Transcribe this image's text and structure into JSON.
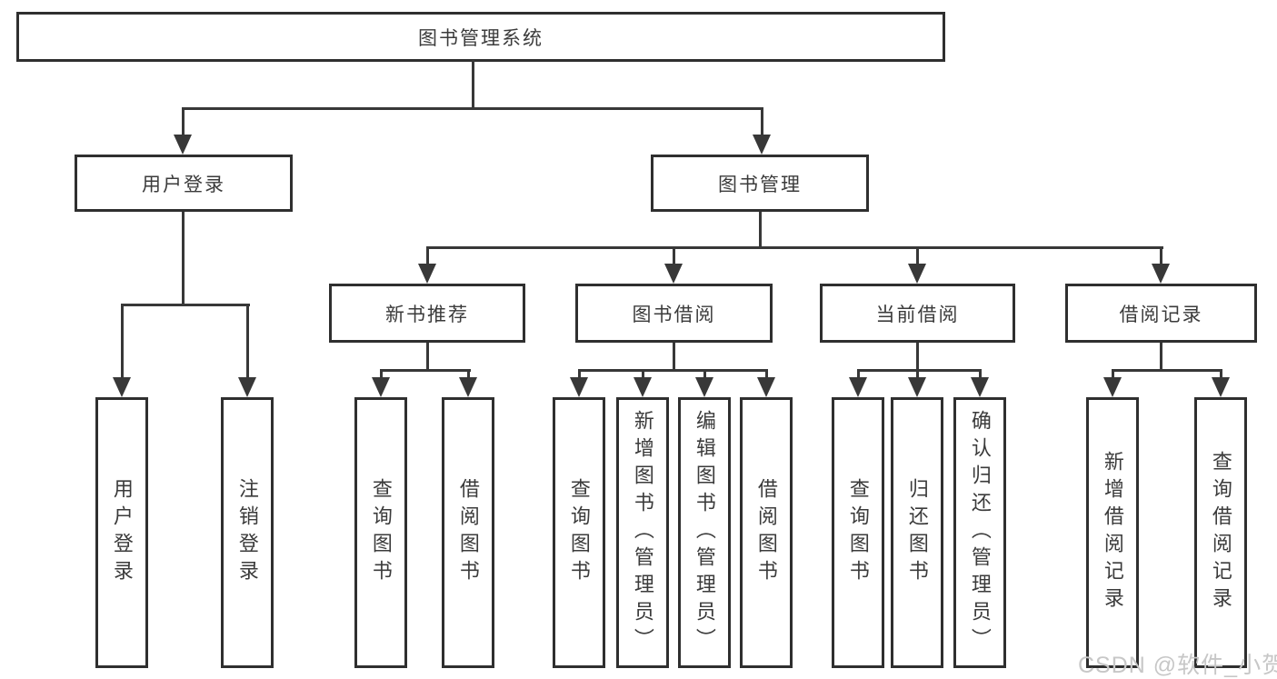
{
  "tree": {
    "root": {
      "label": "图书管理系统"
    },
    "branches": [
      {
        "label": "用户登录",
        "children": [
          {
            "label": "用户登录"
          },
          {
            "label": "注销登录"
          }
        ]
      },
      {
        "label": "图书管理",
        "children": [
          {
            "label": "新书推荐",
            "children": [
              {
                "label": "查询图书"
              },
              {
                "label": "借阅图书"
              }
            ]
          },
          {
            "label": "图书借阅",
            "children": [
              {
                "label": "查询图书"
              },
              {
                "label": "新增图书（管理员）"
              },
              {
                "label": "编辑图书（管理员）"
              },
              {
                "label": "借阅图书"
              }
            ]
          },
          {
            "label": "当前借阅",
            "children": [
              {
                "label": "查询图书"
              },
              {
                "label": "归还图书"
              },
              {
                "label": "确认归还（管理员）"
              }
            ]
          },
          {
            "label": "借阅记录",
            "children": [
              {
                "label": "新增借阅记录"
              },
              {
                "label": "查询借阅记录"
              }
            ]
          }
        ]
      }
    ]
  },
  "watermark": {
    "text": "CSDN @软件_小贺同学"
  },
  "colors": {
    "line": "#383838",
    "box_border": "#2f2f2f",
    "text": "#3b3b3b",
    "background": "#ffffff",
    "watermark": "#c7c7c7"
  }
}
